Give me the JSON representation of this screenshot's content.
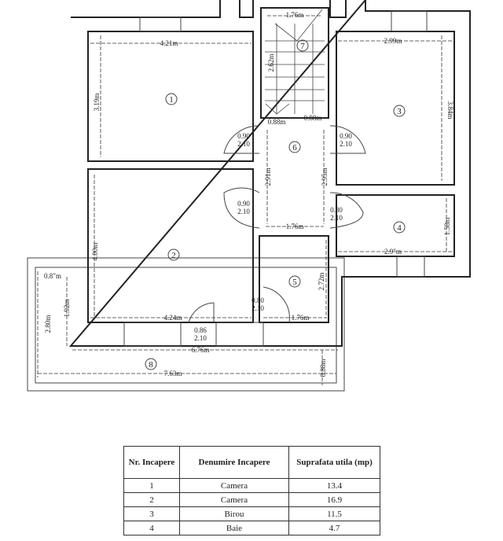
{
  "rooms": [
    "1",
    "2",
    "3",
    "4",
    "5",
    "6",
    "7",
    "8"
  ],
  "dims": [
    "4.21m",
    "3.19m",
    "1.76m",
    "2.62m",
    "0.88m",
    "0.88m",
    "2.99m",
    "3.84m",
    "2.91m",
    "2.95m",
    "1.76m",
    "4.00m",
    "1.58m",
    "2.9\"m",
    "2.72m",
    "4.24m",
    "1.76m",
    "0.8\"m",
    "1.92m",
    "2.80m",
    "6.76m",
    "7.63m",
    "0.88m"
  ],
  "doors": [
    {
      "w": "0.90",
      "h": "2.10"
    },
    {
      "w": "0.90",
      "h": "2.10"
    },
    {
      "w": "0.90",
      "h": "2.10"
    },
    {
      "w": "0.80",
      "h": "2.10"
    },
    {
      "w": "0.80",
      "h": "2.10"
    },
    {
      "w": "0.86",
      "h": "2.10"
    }
  ],
  "table": {
    "headers": [
      "Nr. Incapere",
      "Denumire Incapere",
      "Suprafata utila (mp)"
    ],
    "rows": [
      [
        "1",
        "Camera",
        "13.4"
      ],
      [
        "2",
        "Camera",
        "16.9"
      ],
      [
        "3",
        "Birou",
        "11.5"
      ],
      [
        "4",
        "Baie",
        "4.7"
      ]
    ]
  }
}
